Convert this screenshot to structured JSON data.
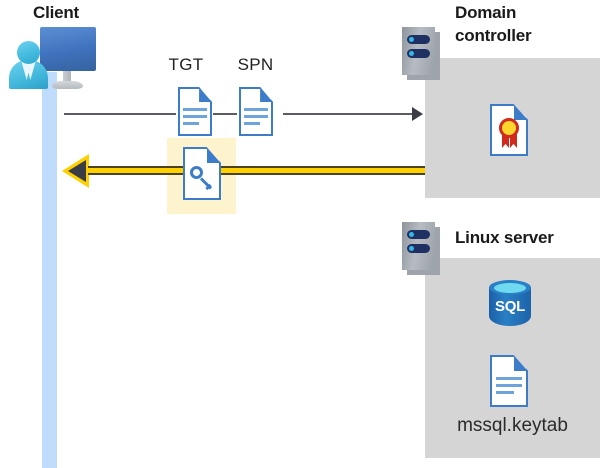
{
  "diagram": {
    "title_client": "Client",
    "title_domain_controller": "Domain\ncontroller",
    "title_domain_controller_line1": "Domain",
    "title_domain_controller_line2": "controller",
    "title_linux_server": "Linux server",
    "labels": {
      "tgt": "TGT",
      "spn": "SPN",
      "keytab_file": "mssql.keytab",
      "sql": "SQL"
    },
    "icons": {
      "client": "client-workstation-icon",
      "tgt_document": "document-icon",
      "spn_document": "document-icon",
      "service_ticket": "key-document-icon",
      "certificate": "certificate-document-icon",
      "domain_controller_server": "server-rack-icon",
      "linux_server": "server-rack-icon",
      "sql_database": "sql-database-icon",
      "keytab_document": "document-icon"
    },
    "flows": [
      {
        "name": "request",
        "direction": "client-to-domain-controller",
        "style": "thin-gray-arrow",
        "carries": [
          "TGT",
          "SPN"
        ]
      },
      {
        "name": "response",
        "direction": "domain-controller-to-client",
        "style": "thick-yellow-arrow",
        "carries": [
          "service-ticket"
        ]
      }
    ],
    "colors": {
      "lifeline": "#bfdcfc",
      "panel": "#d5d5d5",
      "highlight": "#fdf3cd",
      "yellow_arrow": "#ffd000",
      "gray_arrow": "#3a3d45",
      "doc_blue": "#3d7cc9",
      "sql_blue": "#1d63ab",
      "seal_gold": "#ffd52e",
      "seal_red": "#d12b1e",
      "server_navy": "#1f3163",
      "title_text": "#1a1a1a"
    }
  }
}
